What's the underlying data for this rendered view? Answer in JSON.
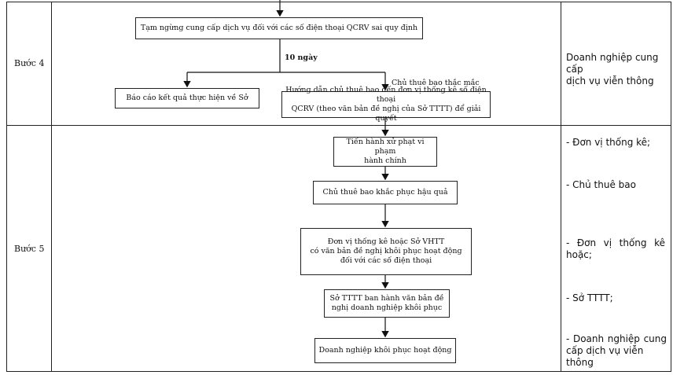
{
  "step4": {
    "label": "Bước 4",
    "box_suspend": "Tạm ngừng cung cấp dịch vụ đối với các số điện thoại QCRV sai quy định",
    "label_10days": "10 ngày",
    "label_complaint": "Chủ thuê bao thắc mắc",
    "box_report": "Báo cáo kết quả thực hiện về Sở",
    "box_guide_line1": "Hướng dẫn chủ thuê bao đến đơn vị thống kê số điện thoại",
    "box_guide_line2": "QCRV (theo văn bản đề nghị của Sở TTTT) để giải quyết",
    "responsible_line1": "Doanh nghiệp cung cấp",
    "responsible_line2": "dịch vụ viễn thông"
  },
  "step5": {
    "label": "Bước 5",
    "box_penalty_line1": "Tiến hành xử phạt vi phạm",
    "box_penalty_line2": "hành chính",
    "box_remedy": "Chủ thuê bao khắc phục hậu quả",
    "box_request_line1": "Đơn vị thống kê hoặc Sở VHTT",
    "box_request_line2": "có văn bản đề nghị khôi phục hoạt động",
    "box_request_line3": "đối với các số điện thoại",
    "box_issue_line1": "Sở TTTT ban hành văn bản đề",
    "box_issue_line2": "nghị doanh nghiệp khôi phục",
    "box_restore": "Doanh nghiệp khôi phục hoạt động",
    "resp_1": "- Đơn vị thống kê;",
    "resp_2": "- Chủ thuê bao",
    "resp_3_line1": "- Đơn vị thống kê",
    "resp_3_line2": "hoặc;",
    "resp_4": "- Sở TTTT;",
    "resp_5_line1": "- Doanh nghiệp cung",
    "resp_5_line2": "cấp dịch vụ viễn thông"
  }
}
